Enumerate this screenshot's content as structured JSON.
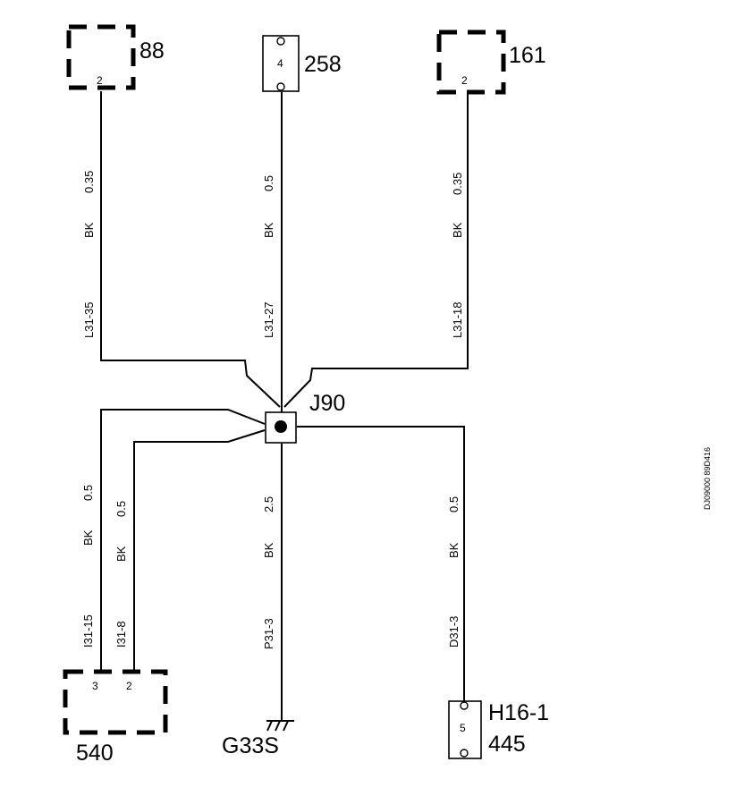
{
  "connectors": {
    "c88": {
      "id": "88",
      "pin": "2"
    },
    "c258": {
      "id": "258",
      "pin": "4"
    },
    "c161": {
      "id": "161",
      "pin": "2"
    },
    "c540": {
      "id": "540",
      "pin_a": "3",
      "pin_b": "2"
    },
    "h16": {
      "id": "H16-1",
      "sub_id": "445",
      "pin": "5"
    }
  },
  "splice": {
    "id": "J90"
  },
  "ground": {
    "id": "G33S"
  },
  "wires": {
    "w1": {
      "size": "0.35",
      "color": "BK",
      "circuit": "L31-35"
    },
    "w2": {
      "size": "0.5",
      "color": "BK",
      "circuit": "L31-27"
    },
    "w3": {
      "size": "0.35",
      "color": "BK",
      "circuit": "L31-18"
    },
    "w4": {
      "size": "0.5",
      "color": "BK",
      "circuit": "I31-15"
    },
    "w5": {
      "size": "0.5",
      "color": "BK",
      "circuit": "I31-8"
    },
    "w6": {
      "size": "2.5",
      "color": "BK",
      "circuit": "P31-3"
    },
    "w7": {
      "size": "0.5",
      "color": "BK",
      "circuit": "D31-3"
    }
  },
  "doc_code": "DJ09000 89D416"
}
